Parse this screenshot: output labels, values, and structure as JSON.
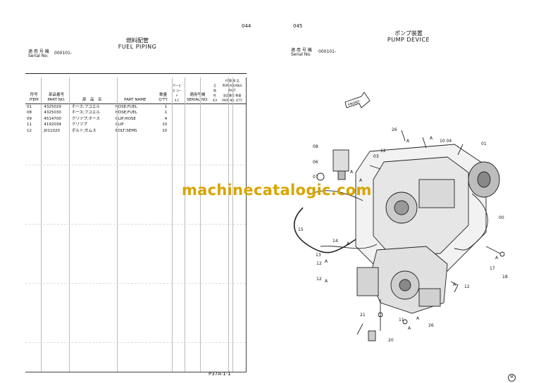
{
  "left_page": {
    "page_no": "044",
    "title_jp": "燃料配管",
    "title_en": "FUEL PIPING",
    "serial_label_jp": "適 用 号 機",
    "serial_label_en": "Serial No.",
    "serial_value": "000101-"
  },
  "right_page": {
    "page_no": "045",
    "title_jp": "ポンプ装置",
    "title_en": "PUMP DEVICE",
    "serial_label_jp": "適 用 号 機",
    "serial_label_en": "Serial No.",
    "serial_value": "000101-"
  },
  "table": {
    "headers": {
      "item_jp": "符号",
      "item_en": "ITEM",
      "partno_jp": "部品番号",
      "partno_en": "PART NO.",
      "name_jp": "部　品　名",
      "partname_en": "PART NAME",
      "qty_jp": "数量",
      "qty_en": "Q'TY",
      "sc_jp": "サービス コード",
      "sc_en": "S.C",
      "serial_jp": "適用号機",
      "serial_en": "SERIAL NO.",
      "repl_jp": "代 替 部 品",
      "repl_en": "REPLACEABLE PART",
      "repl_partno": "部品番号",
      "repl_qty": "数量",
      "repl_partno_en": "PART NO.",
      "repl_qty_en": "Q'TY",
      "compat_jp": "互換性",
      "compat_en": "ICA"
    },
    "rows": [
      {
        "item": "01",
        "part_no": "4325029",
        "name_jp": "ホース;フユエル",
        "part_name": "HOSE;FUEL",
        "qty": "1"
      },
      {
        "item": "08",
        "part_no": "4325030",
        "name_jp": "ホース;フユエル",
        "part_name": "HOSE;FUEL",
        "qty": "1"
      },
      {
        "item": "09",
        "part_no": "4514700",
        "name_jp": "クリツプ;ホース",
        "part_name": "CLIP;HOSE",
        "qty": "4"
      },
      {
        "item": "11",
        "part_no": "4192034",
        "name_jp": "クリツプ",
        "part_name": "CLIP",
        "qty": "10"
      },
      {
        "item": "12",
        "part_no": "J011020",
        "name_jp": "ボルト;セムス",
        "part_name": "BOLT;SEMS",
        "qty": "10"
      }
    ]
  },
  "diagram": {
    "front_label": "FRONT",
    "callouts": [
      "26",
      "A",
      "A",
      "10 04",
      "01",
      "08",
      "12",
      "03",
      "06",
      "A",
      "07",
      "A",
      "00",
      "15",
      "14",
      "A",
      "13",
      "12",
      "A",
      "A",
      "17",
      "18",
      "12",
      "A",
      "A",
      "12",
      "21",
      "11",
      "A",
      "A",
      "26",
      "20"
    ]
  },
  "footer": {
    "page_code": "P37A-1-1"
  },
  "watermark": "machinecatalogic.com",
  "corner_mark": "M"
}
